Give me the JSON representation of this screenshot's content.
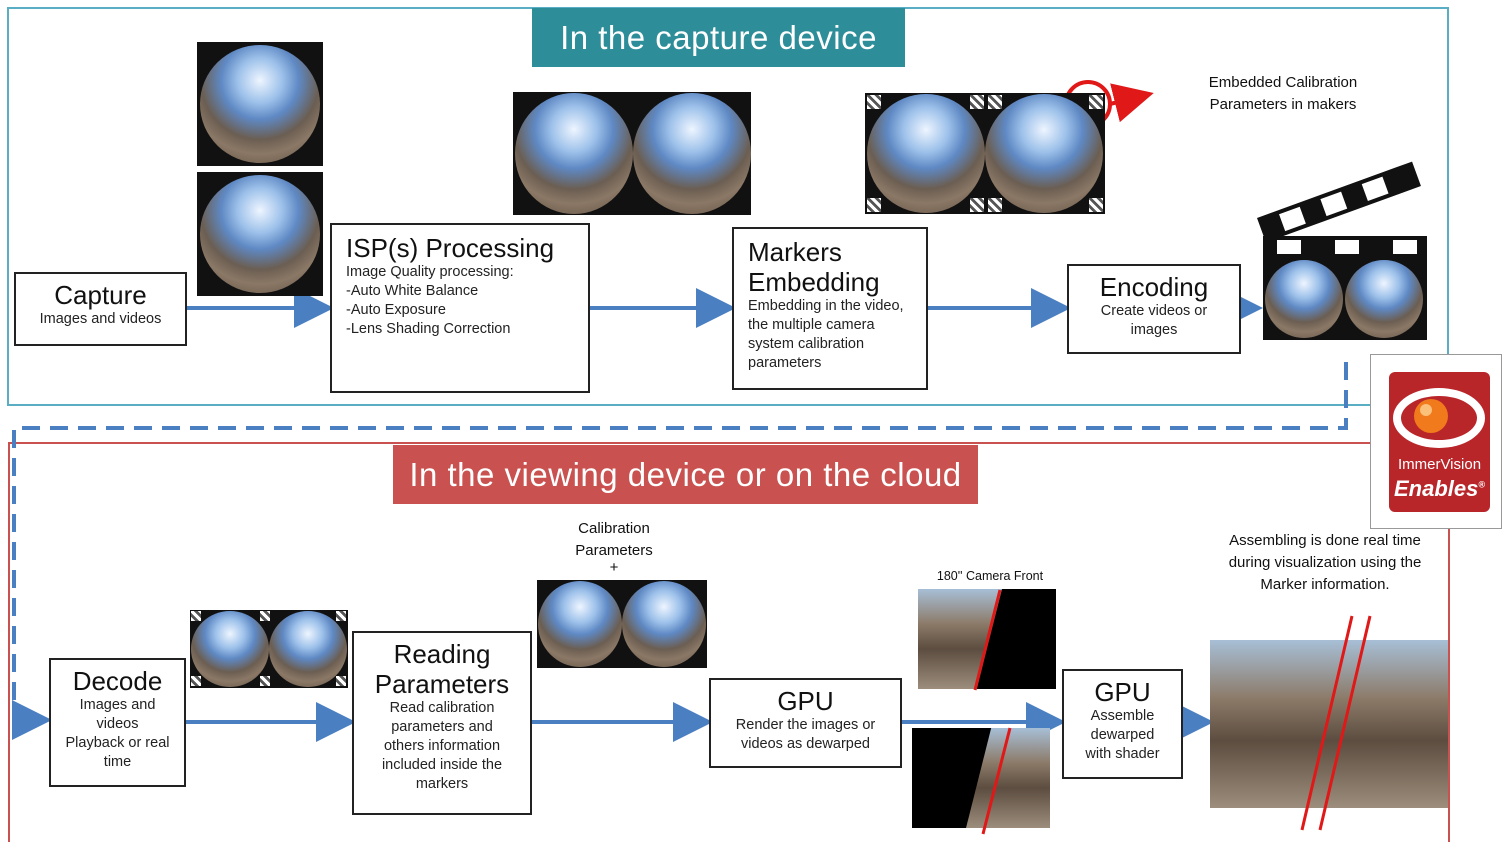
{
  "top_banner": "In the capture device",
  "bottom_banner": "In the viewing device or on the cloud",
  "capture": {
    "title": "Capture",
    "desc": "Images and videos"
  },
  "isp": {
    "title": "ISP(s) Processing",
    "lines": [
      "Image Quality processing:",
      "-Auto White Balance",
      "-Auto Exposure",
      "-Lens Shading Correction"
    ]
  },
  "markers": {
    "title1": "Markers",
    "title2": "Embedding",
    "lines": [
      "Embedding in the video,",
      "the multiple camera",
      "system calibration",
      "parameters"
    ]
  },
  "encoding": {
    "title": "Encoding",
    "lines": [
      "Create videos or",
      "images"
    ]
  },
  "embedded_note": [
    "Embedded Calibration",
    "Parameters in makers"
  ],
  "decode": {
    "title": "Decode",
    "lines": [
      "Images and",
      "videos",
      "Playback or real",
      "time"
    ]
  },
  "reading": {
    "title1": "Reading",
    "title2": "Parameters",
    "lines": [
      "Read calibration",
      "parameters and",
      "others information",
      "included inside the",
      "markers"
    ]
  },
  "calib_note": [
    "Calibration",
    "Parameters",
    "+"
  ],
  "gpu1": {
    "title": "GPU",
    "lines": [
      "Render the images or",
      "videos as dewarped"
    ]
  },
  "camera_label": "180'' Camera Front",
  "gpu2": {
    "title": "GPU",
    "lines": [
      "Assemble",
      "dewarped",
      "with shader"
    ]
  },
  "assemble_note": [
    "Assembling is done real time",
    "during visualization using the",
    "Marker information."
  ],
  "logo": {
    "brand": "ImmerVision",
    "tagline": "Enables",
    "reg": "®"
  },
  "colors": {
    "teal": "#2d8e9a",
    "red": "#c9514f",
    "arrow": "#4a7fc1",
    "logo_red": "#b8262a",
    "logo_orange": "#f07a1c"
  }
}
